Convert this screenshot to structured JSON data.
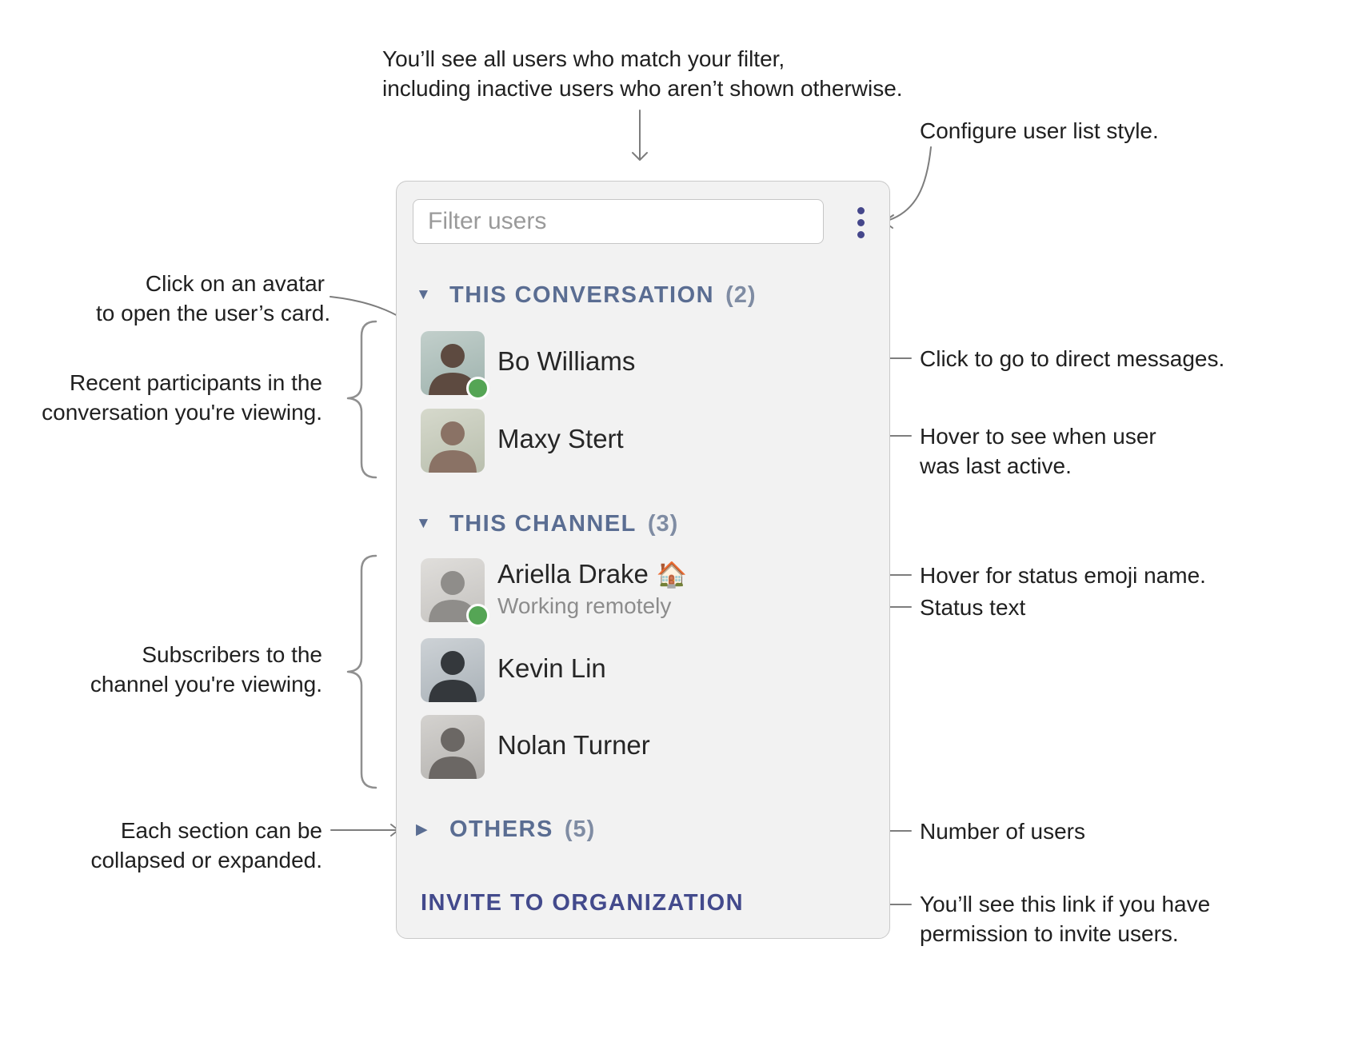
{
  "colors": {
    "accent_indigo": "#45478b",
    "section_header_blue": "#5a6d92",
    "count_blue_gray": "#7f8ca3",
    "presence_online_green": "#55a555",
    "invite_link_indigo": "#434a8c",
    "annotation_line_gray": "#7d7d7d",
    "panel_background": "#f2f2f2",
    "status_text_gray": "#8c8c8c"
  },
  "icons": {
    "expanded_triangle": "▼",
    "collapsed_triangle": "▶",
    "menu": "vertical-ellipsis",
    "presence": "online-dot"
  },
  "panel": {
    "filter_placeholder": "Filter users",
    "sections": [
      {
        "label": "THIS CONVERSATION",
        "count": "(2)",
        "state": "expanded"
      },
      {
        "label": "THIS CHANNEL",
        "count": "(3)",
        "state": "expanded"
      },
      {
        "label": "OTHERS",
        "count": "(5)",
        "state": "collapsed"
      }
    ],
    "users": {
      "bo": {
        "name": "Bo Williams",
        "presence": "online"
      },
      "maxy": {
        "name": "Maxy Stert"
      },
      "ariella": {
        "name": "Ariella Drake",
        "emoji": "🏠",
        "status": "Working remotely",
        "presence": "online"
      },
      "kevin": {
        "name": "Kevin Lin"
      },
      "nolan": {
        "name": "Nolan Turner"
      }
    },
    "invite_link": "INVITE TO ORGANIZATION"
  },
  "annotations": {
    "filter_note": {
      "line1": "You’ll see all users who match your filter,",
      "line2": "including inactive users who aren’t shown otherwise."
    },
    "configure": {
      "line1": "Configure user list style."
    },
    "avatar_click": {
      "line1": "Click on an avatar",
      "line2": "to open the user’s card."
    },
    "recent_participants": {
      "line1": "Recent participants in the",
      "line2": "conversation you're viewing."
    },
    "direct_messages": {
      "line1": "Click to go to direct messages."
    },
    "last_active": {
      "line1": "Hover to see when user",
      "line2": "was last active."
    },
    "subscribers": {
      "line1": "Subscribers to the",
      "line2": "channel you're viewing."
    },
    "emoji_name": {
      "line1": "Hover for status emoji name."
    },
    "status_text": {
      "line1": "Status text"
    },
    "collapse": {
      "line1": "Each section can be",
      "line2": "collapsed or expanded."
    },
    "user_count": {
      "line1": "Number of users"
    },
    "invite": {
      "line1": "You’ll see this link if you have",
      "line2": "permission to invite users."
    }
  }
}
